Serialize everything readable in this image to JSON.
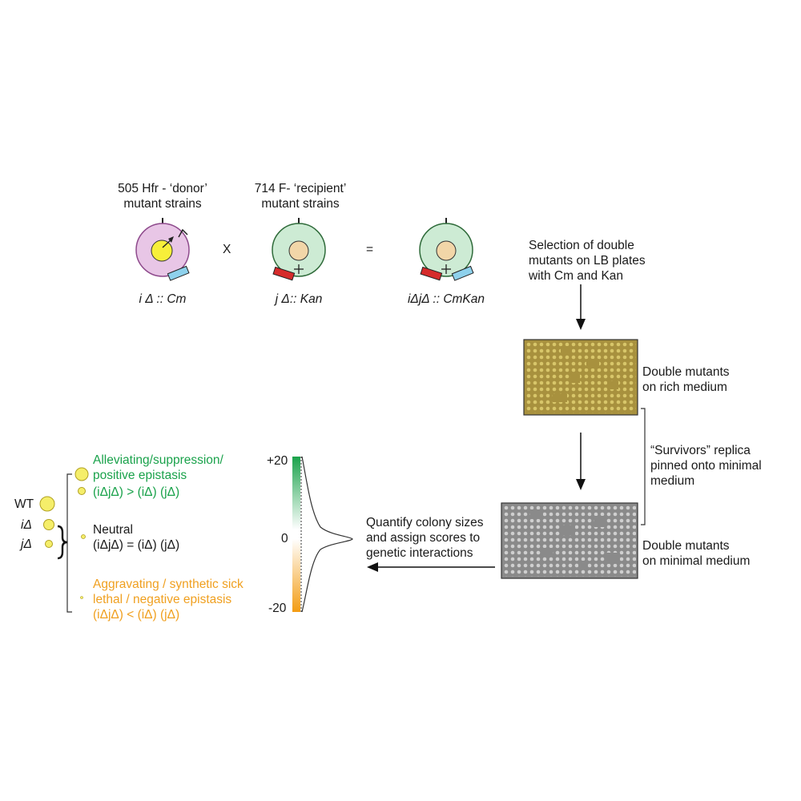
{
  "strains": {
    "donor": {
      "title_line1": "505 Hfr - ‘donor’",
      "title_line2": "mutant strains",
      "label": "i Δ :: Cm",
      "colors": {
        "cell": "#e8c6e6",
        "border": "#8e4a8c",
        "nucleus": "#f7ef3a"
      }
    },
    "cross_symbol": "X",
    "recipient": {
      "title_line1": "714 F- ‘recipient’",
      "title_line2": "mutant strains",
      "label": "j Δ:: Kan",
      "colors": {
        "cell": "#cdebd4",
        "border": "#2f6b3a",
        "nucleus": "#f2d6a8"
      }
    },
    "equals_symbol": "=",
    "double": {
      "label": "iΔjΔ :: CmKan",
      "colors": {
        "red_marker": "#d62b2b",
        "blue_marker": "#8ed1ec"
      }
    }
  },
  "steps": {
    "selection_line1": "Selection of double",
    "selection_line2": "mutants on LB plates",
    "selection_line3": "with Cm and Kan",
    "rich_line1": "Double mutants",
    "rich_line2": "on rich medium",
    "survivors_line1": "“Survivors” replica",
    "survivors_line2": "pinned onto minimal",
    "survivors_line3": "medium",
    "minimal_line1": "Double mutants",
    "minimal_line2": "on minimal medium",
    "quantify_line1": "Quantify colony sizes",
    "quantify_line2": "and assign scores to",
    "quantify_line3": "genetic interactions"
  },
  "legend": {
    "wt": "WT",
    "i": "iΔ",
    "j": "jΔ",
    "alleviating_line1": "Alleviating/suppression/",
    "alleviating_line2": "positive epistasis",
    "alleviating_line3": "(iΔjΔ) > (iΔ) (jΔ)",
    "neutral_line1": "Neutral",
    "neutral_line2": "(iΔjΔ) = (iΔ) (jΔ)",
    "aggravating_line1": "Aggravating / synthetic sick",
    "aggravating_line2": "lethal / negative epistasis",
    "aggravating_line3": "(iΔjΔ) < (iΔ) (jΔ)",
    "colors": {
      "positive": "#1aa24b",
      "negative": "#f0a020",
      "colony": "#f5ee6a"
    }
  },
  "scale": {
    "top": "+20",
    "middle": "0",
    "bottom": "-20"
  }
}
